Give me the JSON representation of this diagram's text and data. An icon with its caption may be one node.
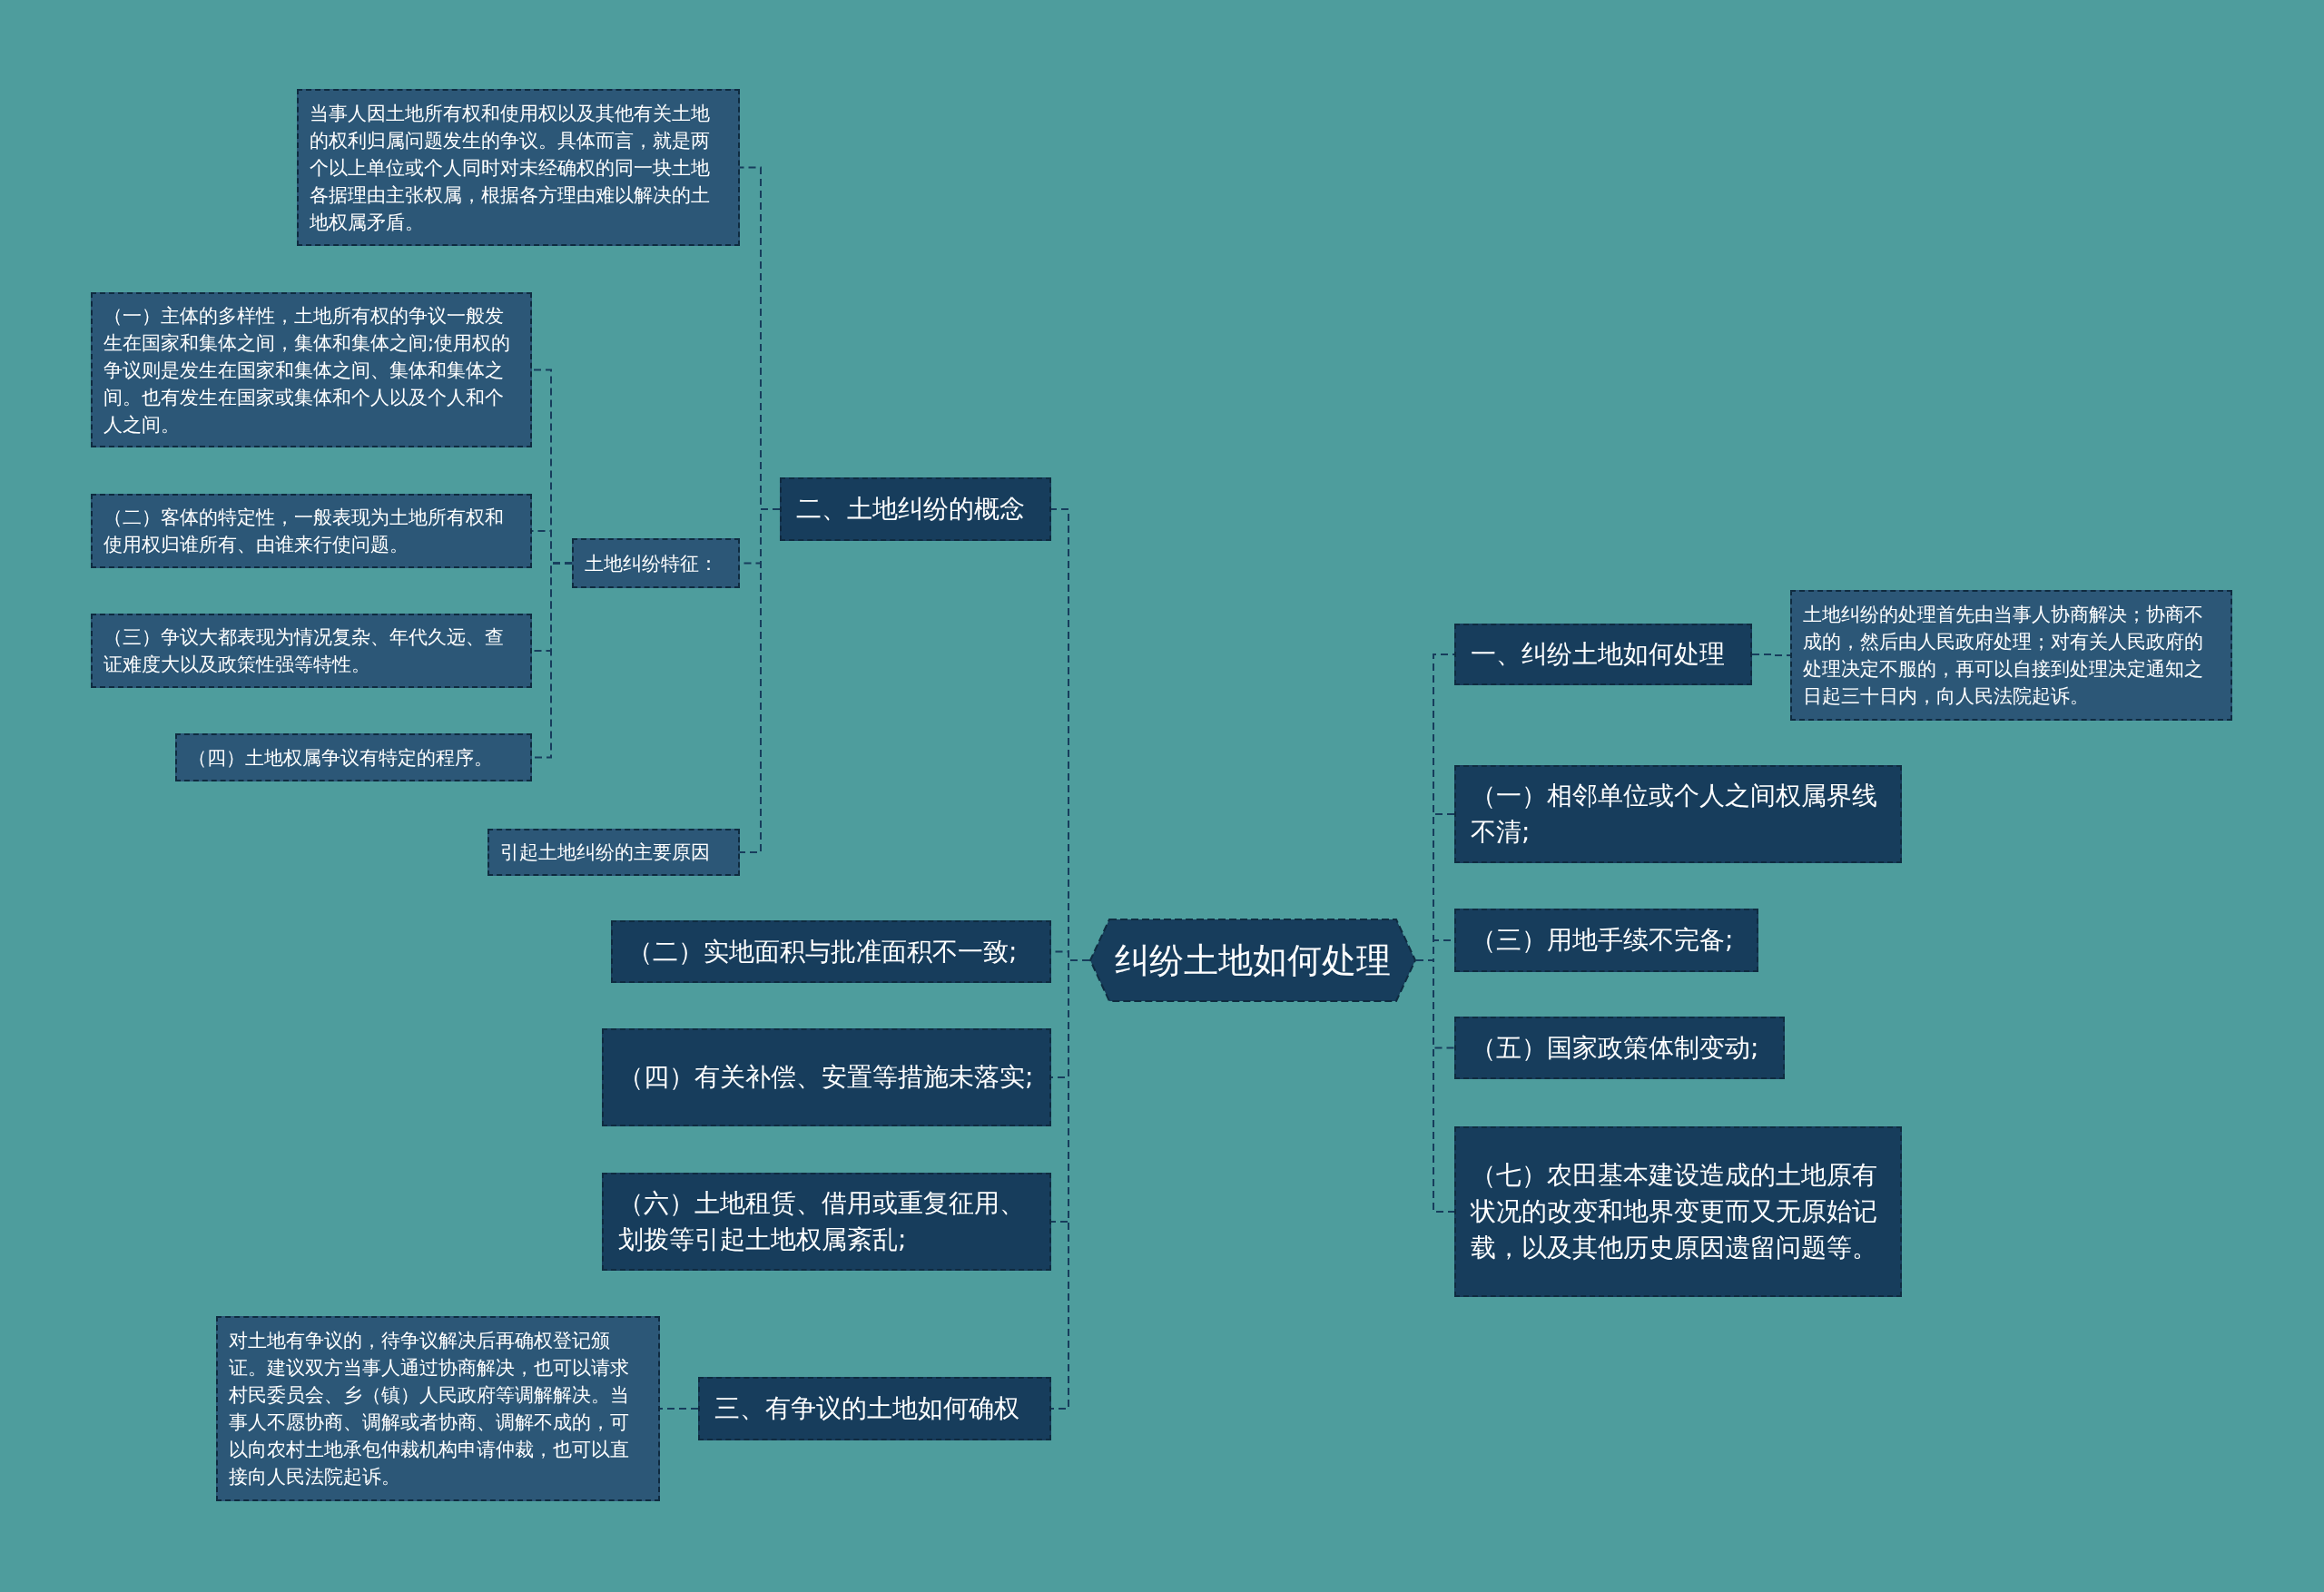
{
  "diagram": {
    "nodes": [
      {
        "text": [
          "纠纷土地如何处理"
        ]
      },
      {
        "text": [
          "二、土地纠纷的概念"
        ]
      },
      {
        "text": [
          "当事人因土地所有权和使用权以及其他有关土地的权利归属问题发生的争议。具体而言，就是两个以上单位或个人同时对未经确权的同一块土地各据理由主张权属，根据各方理由难以解决的土地权属矛盾。"
        ]
      },
      {
        "text": [
          "土地纠纷特征："
        ]
      },
      {
        "text": [
          "（一）主体的多样性，土地所有权的争议一般发生在国家和集体之间，集体和集体之间;使用权的争议则是发生在国家和集体之间、集体和集体之间。也有发生在国家或集体和个人以及个人和个人之间。"
        ]
      },
      {
        "text": [
          "（二）客体的特定性，一般表现为土地所有权和使用权归谁所有、由谁来行使问题。"
        ]
      },
      {
        "text": [
          "（三）争议大都表现为情况复杂、年代久远、查证难度大以及政策性强等特性。"
        ]
      },
      {
        "text": [
          "（四）土地权属争议有特定的程序。"
        ]
      },
      {
        "text": [
          "引起土地纠纷的主要原因"
        ]
      },
      {
        "text": [
          "（二）实地面积与批准面积不一致;"
        ]
      },
      {
        "text": [
          "（四）有关补偿、安置等措施未落实;"
        ]
      },
      {
        "text": [
          "（六）土地租赁、借用或重复征用、划拨等引起土地权属紊乱;"
        ]
      },
      {
        "text": [
          "三、有争议的土地如何确权"
        ]
      },
      {
        "text": [
          "对土地有争议的，待争议解决后再确权登记颁证。建议双方当事人通过协商解决，也可以请求村民委员会、乡（镇）人民政府等调解解决。当事人不愿协商、调解或者协商、调解不成的，可以向农村土地承包仲裁机构申请仲裁，也可以直接向人民法院起诉。"
        ]
      },
      {
        "text": [
          "一、纠纷土地如何处理"
        ]
      },
      {
        "text": [
          "土地纠纷的处理首先由当事人协商解决；协商不成的，然后由人民政府处理；对有关人民政府的处理决定不服的，再可以自接到处理决定通知之日起三十日内，向人民法院起诉。"
        ]
      },
      {
        "text": [
          "（一）相邻单位或个人之间权属界线不清;"
        ]
      },
      {
        "text": [
          "（三）用地手续不完备;"
        ]
      },
      {
        "text": [
          "（五）国家政策体制变动;"
        ]
      },
      {
        "text": [
          "（七）农田基本建设造成的土地原有状况的改变和地界变更而又无原始记载，以及其他历史原因遗留问题等。"
        ]
      }
    ],
    "edges": [
      {
        "from": 0,
        "to": 1,
        "arrow": "none"
      },
      {
        "from": 1,
        "to": 2,
        "arrow": "none"
      },
      {
        "from": 1,
        "to": 3,
        "arrow": "none"
      },
      {
        "from": 3,
        "to": 4,
        "arrow": "none"
      },
      {
        "from": 3,
        "to": 5,
        "arrow": "none"
      },
      {
        "from": 3,
        "to": 6,
        "arrow": "none"
      },
      {
        "from": 3,
        "to": 7,
        "arrow": "none"
      },
      {
        "from": 1,
        "to": 8,
        "arrow": "none"
      },
      {
        "from": 0,
        "to": 9,
        "arrow": "none"
      },
      {
        "from": 0,
        "to": 10,
        "arrow": "none"
      },
      {
        "from": 0,
        "to": 11,
        "arrow": "none"
      },
      {
        "from": 0,
        "to": 12,
        "arrow": "none"
      },
      {
        "from": 12,
        "to": 13,
        "arrow": "none"
      },
      {
        "from": 0,
        "to": 14,
        "arrow": "none"
      },
      {
        "from": 14,
        "to": 15,
        "arrow": "none"
      },
      {
        "from": 0,
        "to": 16,
        "arrow": "none"
      },
      {
        "from": 0,
        "to": 17,
        "arrow": "none"
      },
      {
        "from": 0,
        "to": 18,
        "arrow": "none"
      },
      {
        "from": 0,
        "to": 19,
        "arrow": "none"
      }
    ]
  }
}
